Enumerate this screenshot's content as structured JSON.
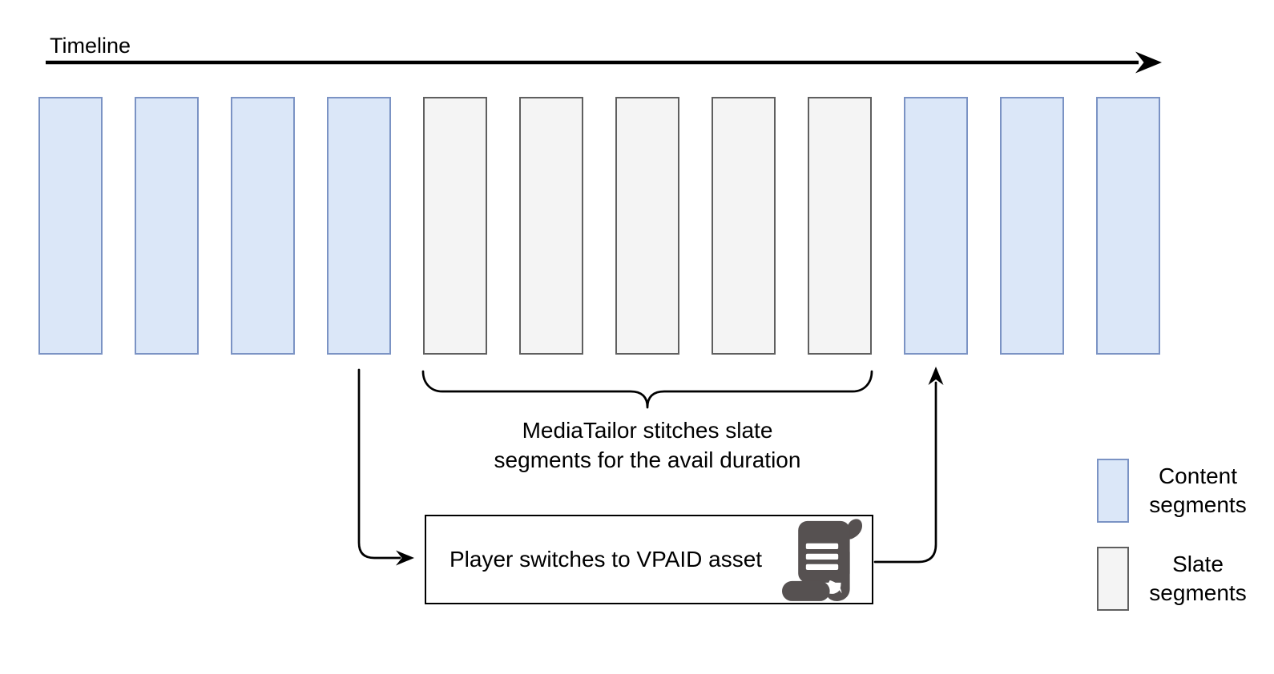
{
  "timeline": {
    "label": "Timeline"
  },
  "segments": {
    "types": [
      "content",
      "content",
      "content",
      "content",
      "slate",
      "slate",
      "slate",
      "slate",
      "slate",
      "content",
      "content",
      "content"
    ]
  },
  "brace": {
    "label_line1": "MediaTailor stitches slate",
    "label_line2": "segments for the avail duration"
  },
  "box": {
    "label": "Player switches to VPAID asset",
    "icon": "scroll-icon"
  },
  "legend": {
    "items": [
      {
        "type": "content",
        "label": "Content segments"
      },
      {
        "type": "slate",
        "label": "Slate segments"
      }
    ]
  },
  "colors": {
    "content_fill": "#dbe7f8",
    "content_stroke": "#7b93c4",
    "slate_fill": "#f4f4f4",
    "slate_stroke": "#5f5f5f",
    "line": "#000000",
    "box_border": "#000000",
    "icon": "#565151"
  }
}
